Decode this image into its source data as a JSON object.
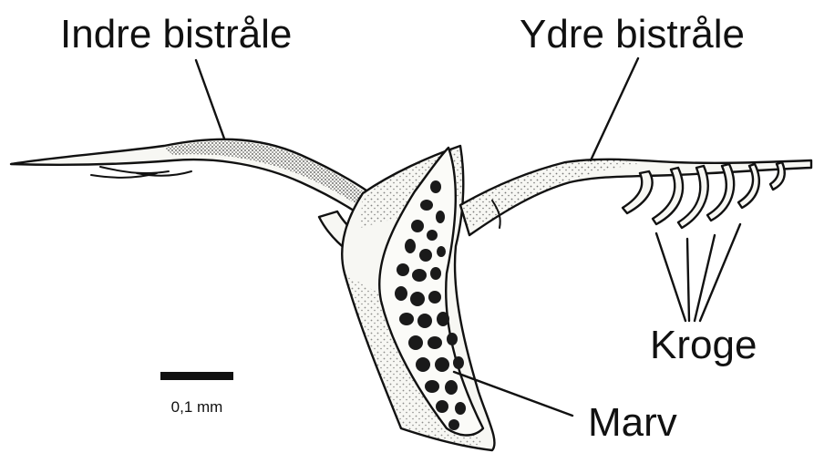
{
  "labels": {
    "inner_ray": "Indre bistråle",
    "outer_ray": "Ydre bistråle",
    "hooks": "Kroge",
    "pith": "Marv"
  },
  "scale_bar": {
    "label": "0,1 mm"
  },
  "colors": {
    "ink": "#111111",
    "paper": "#ffffff",
    "fill": "#f7f7f3"
  }
}
